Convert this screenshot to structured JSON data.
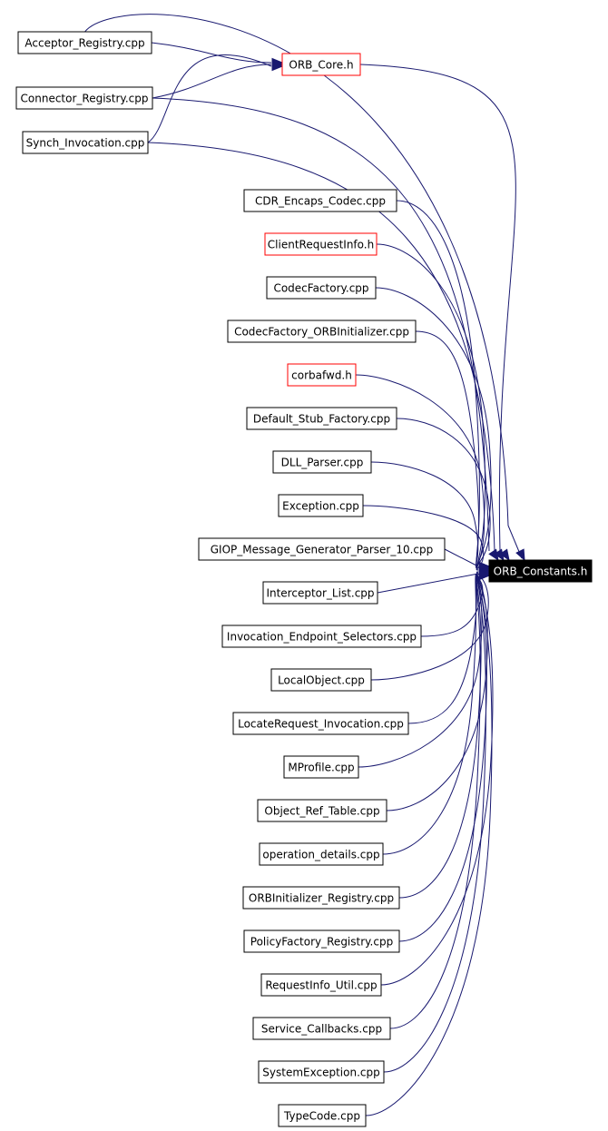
{
  "target": {
    "label": "ORB_Constants.h",
    "style": "target"
  },
  "intermediate": {
    "label": "ORB_Core.h",
    "style": "red"
  },
  "sources": [
    {
      "label": "Acceptor_Registry.cpp",
      "style": "normal"
    },
    {
      "label": "Connector_Registry.cpp",
      "style": "normal"
    },
    {
      "label": "Synch_Invocation.cpp",
      "style": "normal"
    },
    {
      "label": "CDR_Encaps_Codec.cpp",
      "style": "normal"
    },
    {
      "label": "ClientRequestInfo.h",
      "style": "red"
    },
    {
      "label": "CodecFactory.cpp",
      "style": "normal"
    },
    {
      "label": "CodecFactory_ORBInitializer.cpp",
      "style": "normal"
    },
    {
      "label": "corbafwd.h",
      "style": "red"
    },
    {
      "label": "Default_Stub_Factory.cpp",
      "style": "normal"
    },
    {
      "label": "DLL_Parser.cpp",
      "style": "normal"
    },
    {
      "label": "Exception.cpp",
      "style": "normal"
    },
    {
      "label": "GIOP_Message_Generator_Parser_10.cpp",
      "style": "normal"
    },
    {
      "label": "Interceptor_List.cpp",
      "style": "normal"
    },
    {
      "label": "Invocation_Endpoint_Selectors.cpp",
      "style": "normal"
    },
    {
      "label": "LocalObject.cpp",
      "style": "normal"
    },
    {
      "label": "LocateRequest_Invocation.cpp",
      "style": "normal"
    },
    {
      "label": "MProfile.cpp",
      "style": "normal"
    },
    {
      "label": "Object_Ref_Table.cpp",
      "style": "normal"
    },
    {
      "label": "operation_details.cpp",
      "style": "normal"
    },
    {
      "label": "ORBInitializer_Registry.cpp",
      "style": "normal"
    },
    {
      "label": "PolicyFactory_Registry.cpp",
      "style": "normal"
    },
    {
      "label": "RequestInfo_Util.cpp",
      "style": "normal"
    },
    {
      "label": "Service_Callbacks.cpp",
      "style": "normal"
    },
    {
      "label": "SystemException.cpp",
      "style": "normal"
    },
    {
      "label": "TypeCode.cpp",
      "style": "normal"
    }
  ],
  "edges": [
    {
      "from": "Acceptor_Registry.cpp",
      "to": "ORB_Core.h"
    },
    {
      "from": "Connector_Registry.cpp",
      "to": "ORB_Core.h"
    },
    {
      "from": "Synch_Invocation.cpp",
      "to": "ORB_Core.h"
    },
    {
      "from": "ORB_Core.h",
      "to": "ORB_Constants.h"
    },
    {
      "from": "Acceptor_Registry.cpp",
      "to": "ORB_Constants.h"
    },
    {
      "from": "Connector_Registry.cpp",
      "to": "ORB_Constants.h"
    },
    {
      "from": "Synch_Invocation.cpp",
      "to": "ORB_Constants.h"
    },
    {
      "from": "CDR_Encaps_Codec.cpp",
      "to": "ORB_Constants.h"
    },
    {
      "from": "ClientRequestInfo.h",
      "to": "ORB_Constants.h"
    },
    {
      "from": "CodecFactory.cpp",
      "to": "ORB_Constants.h"
    },
    {
      "from": "CodecFactory_ORBInitializer.cpp",
      "to": "ORB_Constants.h"
    },
    {
      "from": "corbafwd.h",
      "to": "ORB_Constants.h"
    },
    {
      "from": "Default_Stub_Factory.cpp",
      "to": "ORB_Constants.h"
    },
    {
      "from": "DLL_Parser.cpp",
      "to": "ORB_Constants.h"
    },
    {
      "from": "Exception.cpp",
      "to": "ORB_Constants.h"
    },
    {
      "from": "GIOP_Message_Generator_Parser_10.cpp",
      "to": "ORB_Constants.h"
    },
    {
      "from": "Interceptor_List.cpp",
      "to": "ORB_Constants.h"
    },
    {
      "from": "Invocation_Endpoint_Selectors.cpp",
      "to": "ORB_Constants.h"
    },
    {
      "from": "LocalObject.cpp",
      "to": "ORB_Constants.h"
    },
    {
      "from": "LocateRequest_Invocation.cpp",
      "to": "ORB_Constants.h"
    },
    {
      "from": "MProfile.cpp",
      "to": "ORB_Constants.h"
    },
    {
      "from": "Object_Ref_Table.cpp",
      "to": "ORB_Constants.h"
    },
    {
      "from": "operation_details.cpp",
      "to": "ORB_Constants.h"
    },
    {
      "from": "ORBInitializer_Registry.cpp",
      "to": "ORB_Constants.h"
    },
    {
      "from": "PolicyFactory_Registry.cpp",
      "to": "ORB_Constants.h"
    },
    {
      "from": "RequestInfo_Util.cpp",
      "to": "ORB_Constants.h"
    },
    {
      "from": "Service_Callbacks.cpp",
      "to": "ORB_Constants.h"
    },
    {
      "from": "SystemException.cpp",
      "to": "ORB_Constants.h"
    },
    {
      "from": "TypeCode.cpp",
      "to": "ORB_Constants.h"
    }
  ],
  "colors": {
    "edge": "#191970",
    "box_border": "#000000",
    "highlight_border": "#ff0000",
    "target_fill": "#000000",
    "target_text": "#ffffff"
  }
}
